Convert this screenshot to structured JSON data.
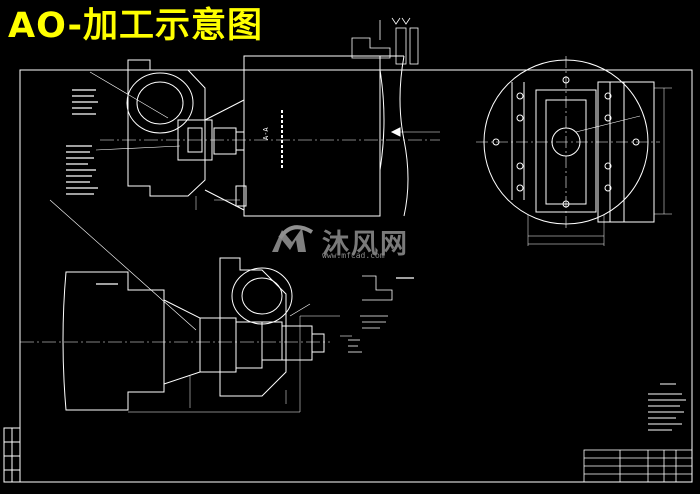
{
  "drawing": {
    "title": "AO-加工示意图",
    "section_label": "A-A"
  },
  "watermark": {
    "text": "沐风网",
    "url": "www.mfcad.com",
    "logo_icon": "mf-logo-icon"
  },
  "colors": {
    "background": "#000000",
    "line": "#ffffff",
    "title": "#ffff00",
    "watermark": "#7a7a7a"
  }
}
